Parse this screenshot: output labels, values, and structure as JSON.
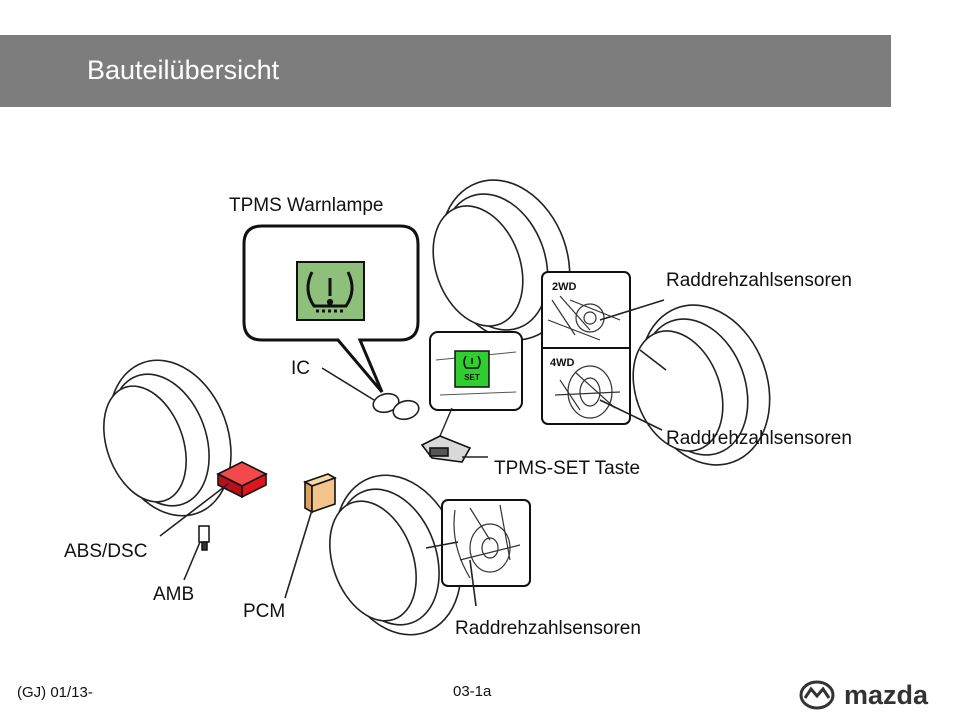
{
  "header": {
    "title": "Bauteilübersicht"
  },
  "labels": {
    "tpms_warnlampe": "TPMS Warnlampe",
    "ic": "IC",
    "tpms_set_taste": "TPMS-SET Taste",
    "sensor_rear_top": "Raddrehzahlsensoren",
    "sensor_rear_bottom": "Raddrehzahlsensoren",
    "sensor_front": "Raddrehzahlsensoren",
    "abs_dsc": "ABS/DSC",
    "amb": "AMB",
    "pcm": "PCM",
    "variant_2wd": "2WD",
    "variant_4wd": "4WD",
    "set_button_text": "SET"
  },
  "footer": {
    "left": "(GJ) 01/13-",
    "center": "03-1a",
    "brand": "mazda"
  },
  "colors": {
    "header_bg": "#7d7d7d",
    "warn_green": "#8ec07c",
    "set_green": "#2fcf2f",
    "abs_red": "#e0141e",
    "pcm_tan": "#f2c48a"
  }
}
